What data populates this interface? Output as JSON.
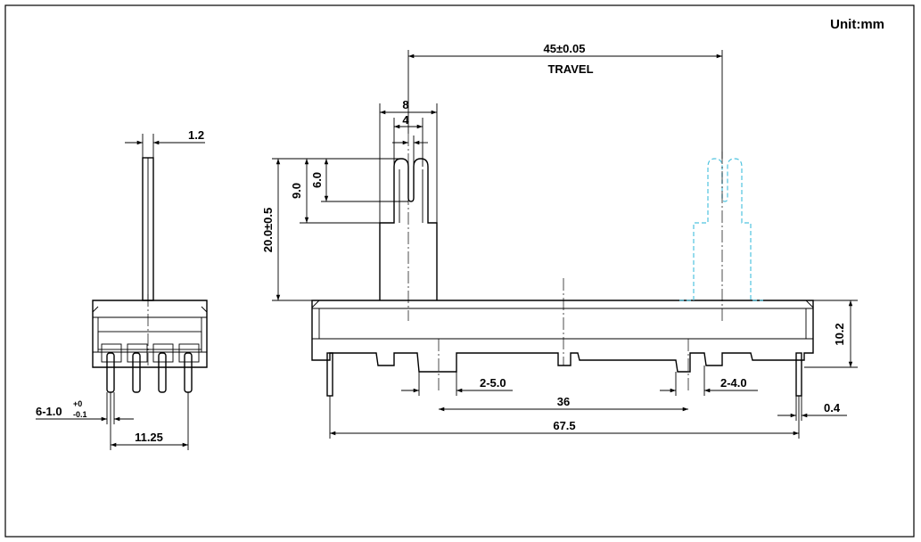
{
  "unit_label": "Unit:mm",
  "dimensions": {
    "travel_length": "45±0.05",
    "travel_label": "TRAVEL",
    "knob_width": "8",
    "slot_width": "4",
    "lever_thickness": "1.2",
    "lever_height": "20.0±0.5",
    "slot_depth_outer": "9.0",
    "slot_depth_inner": "6.0",
    "body_height": "10.2",
    "mount_tab_left": "2-5.0",
    "tab_pitch": "36",
    "mount_tab_right": "2-4.0",
    "terminal_span": "67.5",
    "terminal_thickness": "0.4",
    "pin_pitch": "11.25",
    "pin_count_dim": "6-1.0",
    "pin_tol_upper": "+0",
    "pin_tol_lower": "-0.1"
  },
  "colors": {
    "line": "#000000",
    "ghost_lever": "#4fc3df",
    "background": "#ffffff"
  }
}
